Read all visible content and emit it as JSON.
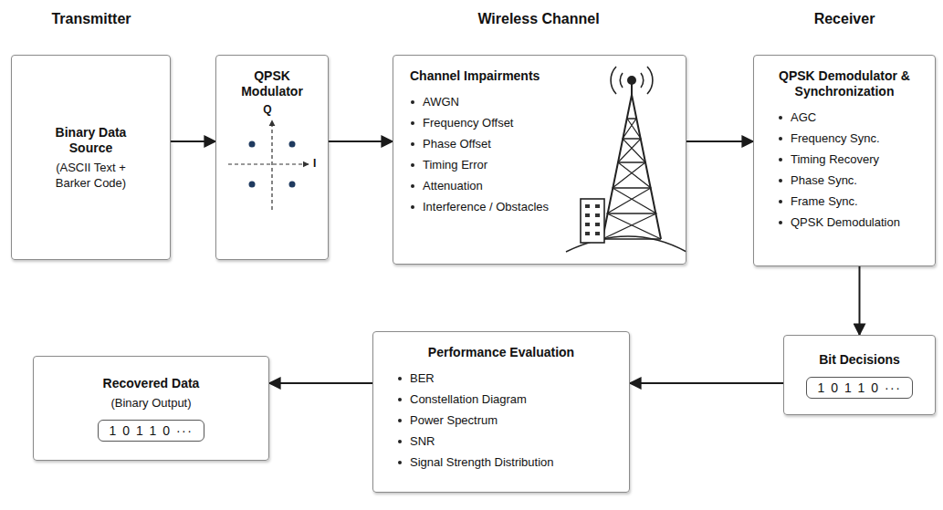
{
  "diagram": {
    "nodes": [
      {
        "text": [
          "Binary Data Source",
          "(ASCII Text + Barker Code)"
        ]
      },
      {
        "text": [
          "QPSK Modulator"
        ]
      },
      {
        "text": [
          "Channel Impairments",
          "AWGN",
          "Frequency Offset",
          "Phase Offset",
          "Timing Error",
          "Attenuation",
          "Interference / Obstacles"
        ]
      },
      {
        "text": [
          "QPSK Demodulator & Synchronization",
          "AGC",
          "Frequency Sync.",
          "Timing Recovery",
          "Phase Sync.",
          "Frame Sync.",
          "QPSK Demodulation"
        ]
      },
      {
        "text": [
          "Recovered Data",
          "(Binary Output)"
        ]
      },
      {
        "text": [
          "1 0 1 1 0 ···"
        ],
        "in": 4
      },
      {
        "text": [
          "Performance Evaluation",
          "BER",
          "Constellation Diagram",
          "Power Spectrum",
          "SNR",
          "Signal Strength Distribution"
        ]
      },
      {
        "text": [
          "Bit Decisions"
        ]
      },
      {
        "text": [
          "1 0 1 1 0 ···"
        ],
        "in": 7
      }
    ],
    "edges": [
      {
        "from": 0,
        "to": 1,
        "arrow": "to"
      },
      {
        "from": 1,
        "to": 2,
        "arrow": "to"
      },
      {
        "from": 2,
        "to": 3,
        "arrow": "to"
      },
      {
        "from": 3,
        "to": 7,
        "arrow": "to"
      },
      {
        "from": 7,
        "to": 6,
        "arrow": "to"
      },
      {
        "from": 6,
        "to": 4,
        "arrow": "to"
      }
    ],
    "labels": [
      "Transmitter",
      "Wireless Channel",
      "Receiver",
      "Q",
      "I"
    ]
  }
}
